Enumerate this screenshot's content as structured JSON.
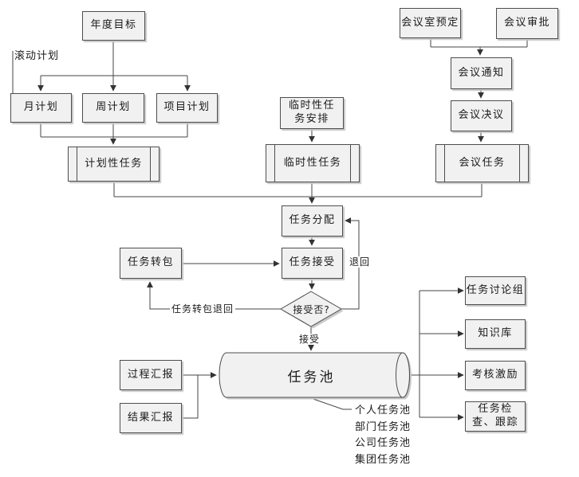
{
  "diagram": {
    "title": "task-management-flowchart",
    "nodes": {
      "annual_goal": "年度目标",
      "month_plan": "月计划",
      "week_plan": "周计划",
      "project_plan": "项目计划",
      "planned_tasks": "计划性任务",
      "temp_task_arrange": "临时性任务安排",
      "temp_tasks": "临时性任务",
      "meeting_room_reserve": "会议室预定",
      "meeting_approval": "会议审批",
      "meeting_notice": "会议通知",
      "meeting_resolution": "会议决议",
      "meeting_tasks": "会议任务",
      "task_assign": "任务分配",
      "task_accept": "任务接受",
      "task_subcontract": "任务转包",
      "accept_decision": "接受否?",
      "task_pool": "任务池",
      "process_report": "过程汇报",
      "result_report": "结果汇报",
      "task_discussion_group": "任务讨论组",
      "knowledge_base": "知识库",
      "assessment_incentive": "考核激励",
      "task_check_track": "任务检查、跟踪"
    },
    "annotations": {
      "rolling_plan": "滚动计划"
    },
    "edge_labels": {
      "return": "退回",
      "subcontract_return": "任务转包退回",
      "accept": "接受"
    },
    "pool_types": [
      "个人任务池",
      "部门任务池",
      "公司任务池",
      "集团任务池"
    ],
    "colors": {
      "background": "#ffffff",
      "node_fill": "#f1f1f1",
      "node_border": "#4e4e4e",
      "node_shadow": "#c6c6c6",
      "line": "#454545",
      "text": "#1a1a1a"
    }
  }
}
